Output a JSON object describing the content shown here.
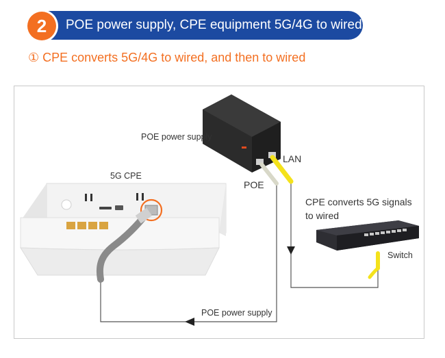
{
  "header": {
    "step_number": "2",
    "title": "POE power supply, CPE equipment 5G/4G to wired"
  },
  "subheading": "① CPE converts 5G/4G to wired, and then to wired",
  "diagram": {
    "labels": {
      "poe_supply_top": "POE power supply",
      "cpe": "5G CPE",
      "lan": "LAN",
      "poe": "POE",
      "cpe_converts": "CPE converts 5G signals",
      "to_wired": "to wired",
      "switch": "Switch",
      "poe_supply_bottom": "POE power supply"
    }
  },
  "colors": {
    "header_bg": "#1c4aa1",
    "badge": "#f36f21",
    "subheading": "#f36f21",
    "cable_yellow": "#f4e21b",
    "cable_gray": "#8a8a8a"
  }
}
